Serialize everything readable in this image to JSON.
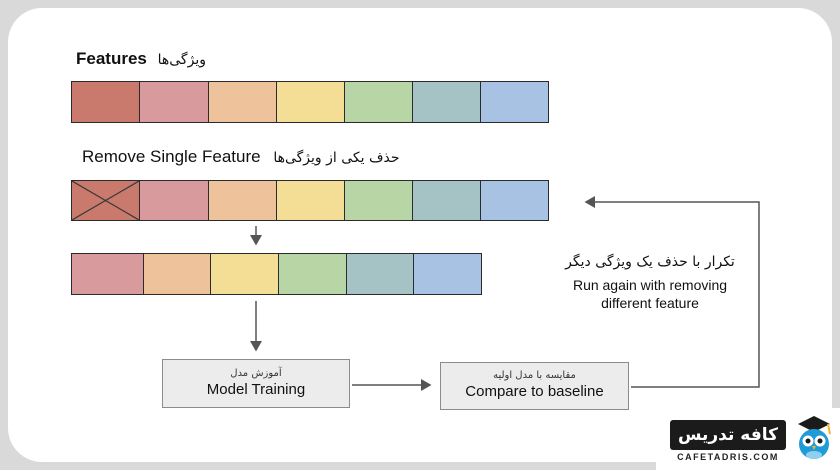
{
  "features": {
    "title_en": "Features",
    "title_fa": "ویژگی‌ها",
    "colors": [
      "#c97a6c",
      "#d99a9e",
      "#eec39b",
      "#f4de96",
      "#b7d5a5",
      "#a5c3c4",
      "#a7c2e3"
    ]
  },
  "remove": {
    "title_en": "Remove Single Feature",
    "title_fa": "حذف یکی از ویژگی‌ها",
    "colors": [
      "#c97a6c",
      "#d99a9e",
      "#eec39b",
      "#f4de96",
      "#b7d5a5",
      "#a5c3c4",
      "#a7c2e3"
    ],
    "removed_index": 0
  },
  "reduced": {
    "colors": [
      "#d99a9e",
      "#eec39b",
      "#f4de96",
      "#b7d5a5",
      "#a5c3c4",
      "#a7c2e3"
    ]
  },
  "training": {
    "label_fa": "آموزش مدل",
    "label_en": "Model Training"
  },
  "compare": {
    "label_fa": "مقایسه با مدل اولیه",
    "label_en": "Compare to baseline"
  },
  "rerun": {
    "label_fa": "تکرار با حذف یک ویژگی دیگر",
    "line1": "Run again with removing",
    "line2": "different feature"
  },
  "logo": {
    "text": "کافه تدریس",
    "domain": "CAFETADRIS.COM",
    "accent": "#1f9bd7"
  }
}
